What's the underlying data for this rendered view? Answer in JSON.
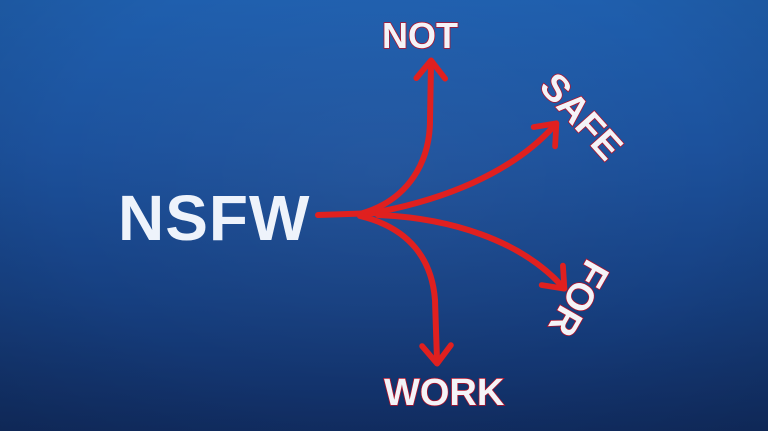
{
  "diagram": {
    "source_label": "NSFW",
    "branches": [
      {
        "label": "NOT",
        "direction": "up"
      },
      {
        "label": "SAFE",
        "direction": "up-right"
      },
      {
        "label": "FOR",
        "direction": "down-right"
      },
      {
        "label": "WORK",
        "direction": "down"
      }
    ],
    "colors": {
      "background_top": "#1f5fae",
      "background_bottom": "#112d62",
      "arrow": "#e0201f",
      "source_text": "#eef3fb",
      "branch_text_fill": "#f4f4f8",
      "branch_text_outline": "#c0122a"
    }
  }
}
